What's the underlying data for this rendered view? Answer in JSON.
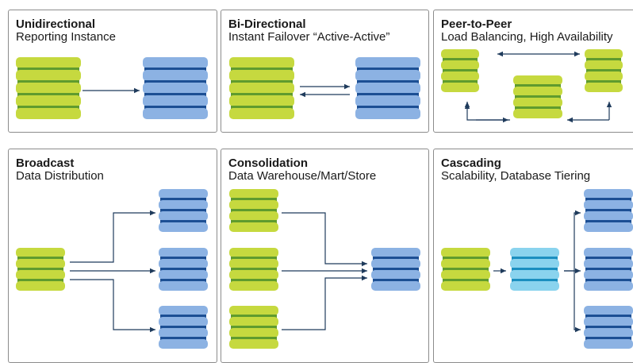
{
  "panels": [
    {
      "id": "unidirectional",
      "title": "Unidirectional",
      "subtitle": "Reporting Instance"
    },
    {
      "id": "bidirectional",
      "title": "Bi-Directional",
      "subtitle": "Instant Failover “Active-Active”"
    },
    {
      "id": "peer-to-peer",
      "title": "Peer-to-Peer",
      "subtitle": "Load Balancing, High Availability"
    },
    {
      "id": "broadcast",
      "title": "Broadcast",
      "subtitle": "Data Distribution"
    },
    {
      "id": "consolidation",
      "title": "Consolidation",
      "subtitle": "Data Warehouse/Mart/Store"
    },
    {
      "id": "cascading",
      "title": "Cascading",
      "subtitle": "Scalability, Database Tiering"
    }
  ],
  "colors": {
    "green": "#c6d93f",
    "green_band": "#5f9b2e",
    "blue": "#8cb2e3",
    "blue_band": "#1c4f94",
    "light_blue": "#8ad3ee",
    "light_blue_band": "#1b8fc0",
    "arrow": "#1f3b5c",
    "border": "#8c8c8c"
  }
}
